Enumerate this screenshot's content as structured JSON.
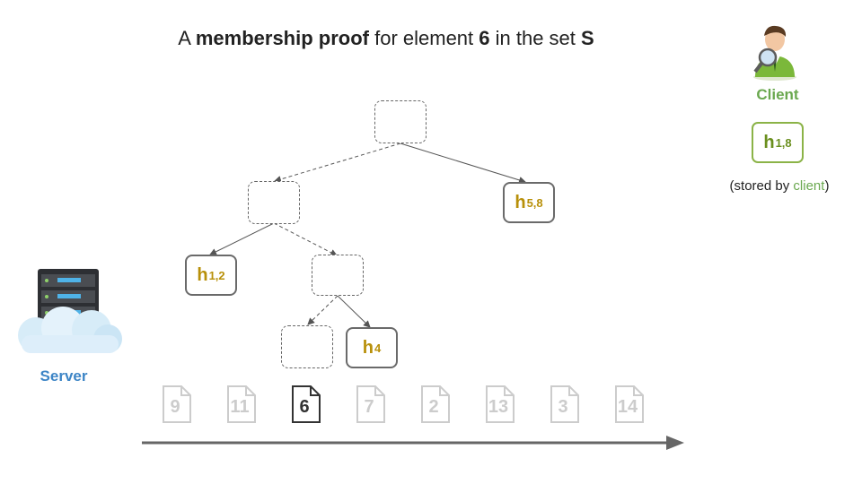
{
  "title": {
    "prefix": "A ",
    "bold1": "membership proof",
    "middle": " for element ",
    "bold2": "6",
    "suffix": " in the set ",
    "bold3": "S"
  },
  "client": {
    "label": "Client",
    "root_hash": {
      "base": "h",
      "sub": "1,8"
    },
    "stored_prefix": "(stored by ",
    "stored_word": "client",
    "stored_suffix": ")"
  },
  "server": {
    "label": "Server"
  },
  "tree": {
    "h58": {
      "base": "h",
      "sub": "5,8"
    },
    "h12": {
      "base": "h",
      "sub": "1,2"
    },
    "h4": {
      "base": "h",
      "sub": "4"
    }
  },
  "leaves": [
    {
      "value": "9",
      "highlighted": false
    },
    {
      "value": "11",
      "highlighted": false
    },
    {
      "value": "6",
      "highlighted": true
    },
    {
      "value": "7",
      "highlighted": false
    },
    {
      "value": "2",
      "highlighted": false
    },
    {
      "value": "13",
      "highlighted": false
    },
    {
      "value": "3",
      "highlighted": false
    },
    {
      "value": "14",
      "highlighted": false
    }
  ],
  "colors": {
    "hash_text": "#b8900a",
    "client_green": "#6aa84f",
    "server_blue": "#3d85c6",
    "leaf_faded": "#cccccc",
    "leaf_active": "#333333"
  }
}
